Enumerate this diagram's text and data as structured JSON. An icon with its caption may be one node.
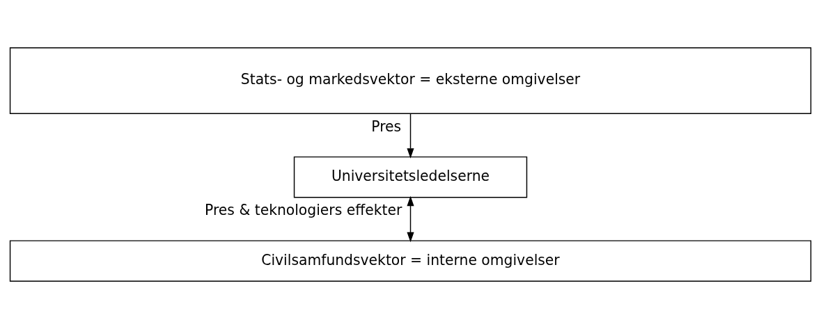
{
  "diagram": {
    "nodes": [
      {
        "text": [
          "Stats- og markedsvektor = eksterne omgivelser"
        ]
      },
      {
        "text": [
          "Universitetsledelserne"
        ]
      },
      {
        "text": [
          "Civilsamfundsvektor = interne omgivelser"
        ]
      }
    ],
    "edges": [
      {
        "from": 0,
        "to": 1,
        "arrow": "to",
        "label": "Pres"
      },
      {
        "from": 1,
        "to": 2,
        "arrow": "both",
        "label": "Pres & teknologiers effekter"
      }
    ]
  }
}
